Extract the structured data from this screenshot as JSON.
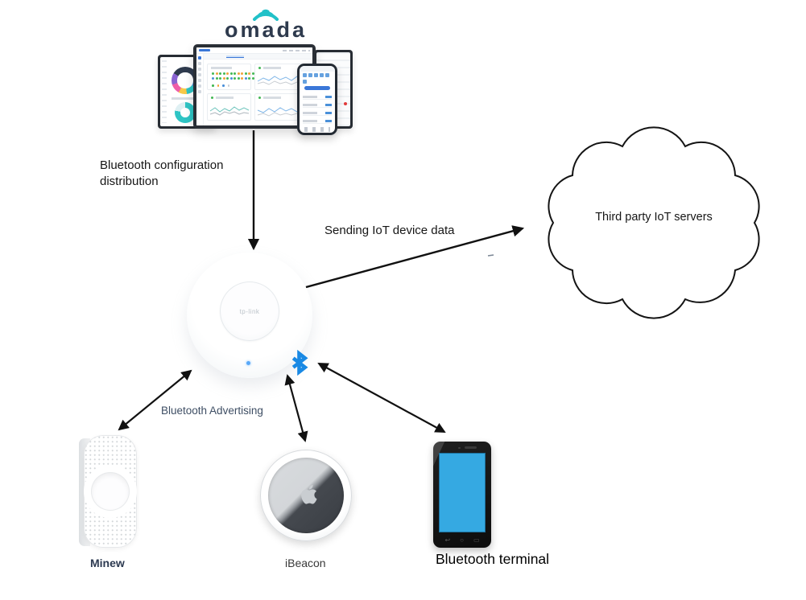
{
  "omada": {
    "logo_text": "omada",
    "wordmark_color": "#2e3a4d",
    "arc_color": "#21c1c8"
  },
  "labels": {
    "bluetooth_config": "Bluetooth configuration distribution",
    "sending_iot": "Sending IoT device data",
    "third_party": "Third party IoT servers",
    "bluetooth_advertising": "Bluetooth Advertising"
  },
  "access_point": {
    "brand_text": "tp-link",
    "led_color": "#5aa9f8"
  },
  "bluetooth_icon": {
    "color": "#1989e4"
  },
  "devices": [
    {
      "id": "minew",
      "label": "Minew"
    },
    {
      "id": "ibeacon",
      "label": "iBeacon"
    },
    {
      "id": "terminal",
      "label": "Bluetooth terminal",
      "screen_color": "#35a9e2"
    }
  ],
  "dashboard": {
    "status_rows": [
      [
        "#43b854",
        "#f2a33c",
        "#43b854",
        "#43b854",
        "#f2a33c",
        "#43b854",
        "#43b854",
        "#f2a33c",
        "#f2a33c",
        "#43b854",
        "#f2a33c",
        "#43b854"
      ],
      [
        "#4a90d9",
        "#43b854",
        "#43b854",
        "#f2a33c",
        "#43b854",
        "#4a90d9",
        "#43b854",
        "#43b854",
        "#f2a33c",
        "#4a90d9",
        "#43b854",
        "#43b854"
      ]
    ],
    "legend": [
      "#43b854",
      "#f2a33c",
      "#4a90d9",
      "#c9ced4"
    ]
  }
}
